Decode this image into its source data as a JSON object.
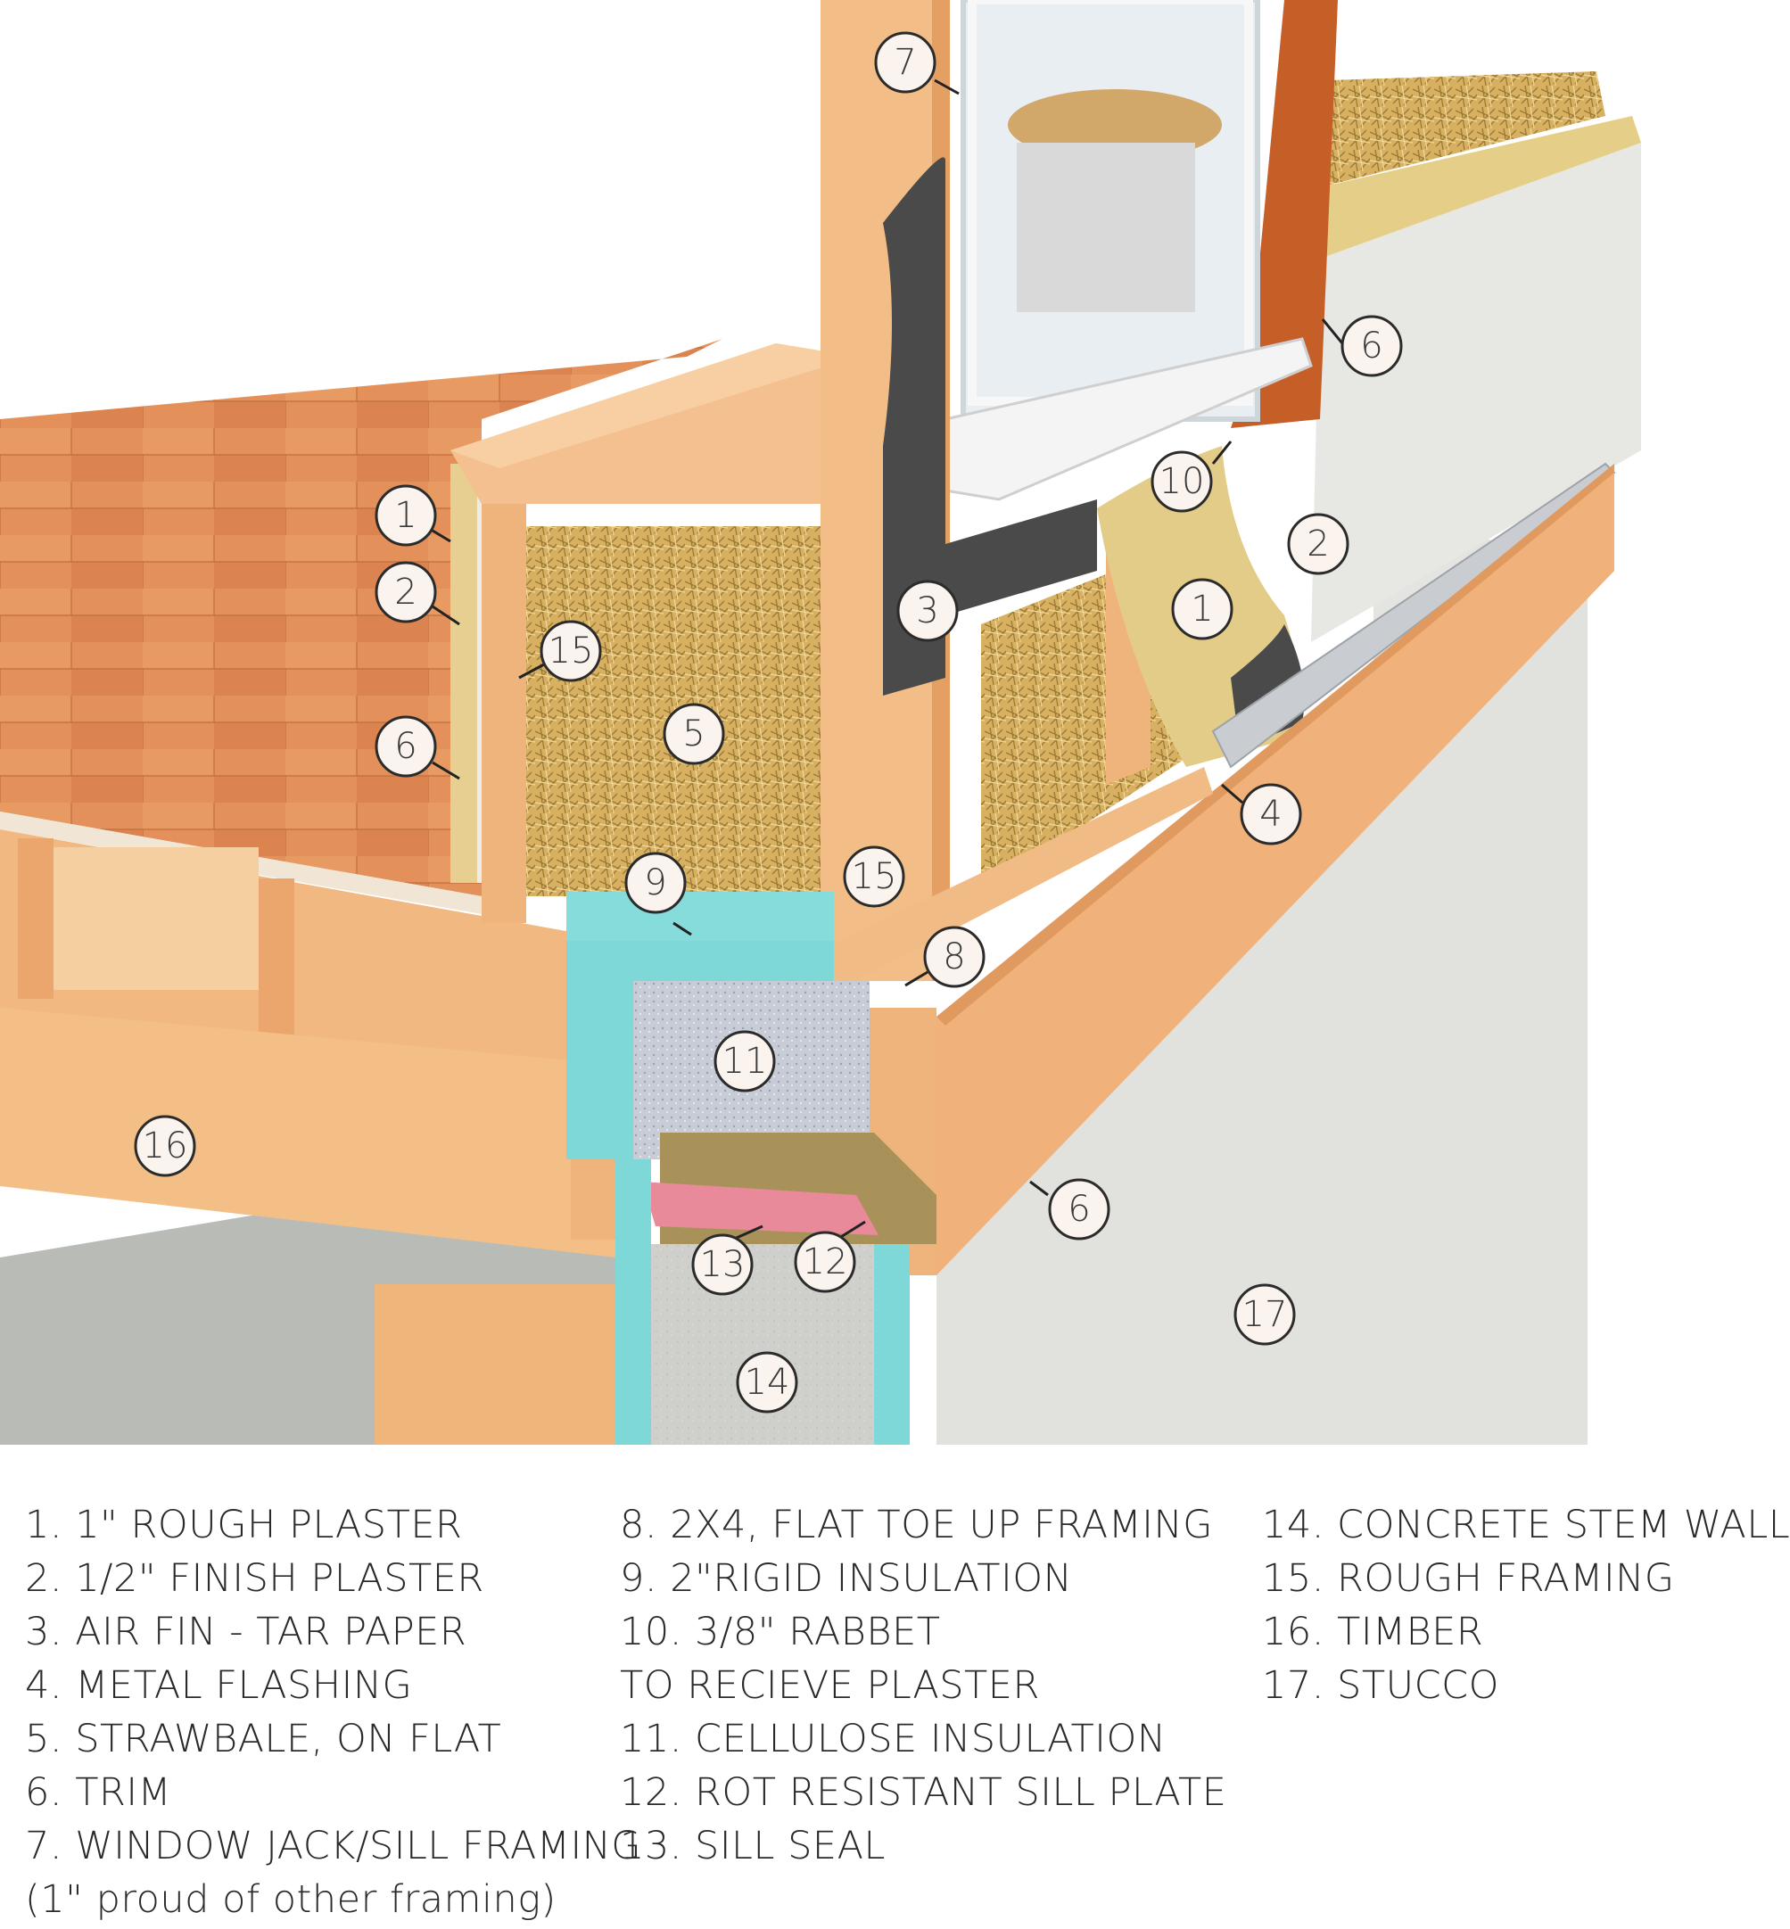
{
  "callouts": [
    {
      "n": "7"
    },
    {
      "n": "6"
    },
    {
      "n": "10"
    },
    {
      "n": "2"
    },
    {
      "n": "1"
    },
    {
      "n": "3"
    },
    {
      "n": "1"
    },
    {
      "n": "2"
    },
    {
      "n": "15"
    },
    {
      "n": "5"
    },
    {
      "n": "6"
    },
    {
      "n": "4"
    },
    {
      "n": "9"
    },
    {
      "n": "15"
    },
    {
      "n": "8"
    },
    {
      "n": "11"
    },
    {
      "n": "16"
    },
    {
      "n": "6"
    },
    {
      "n": "13"
    },
    {
      "n": "12"
    },
    {
      "n": "17"
    },
    {
      "n": "14"
    }
  ],
  "legend": {
    "col1": [
      "1. 1\" ROUGH PLASTER",
      "2. 1/2\" FINISH PLASTER",
      "3. AIR FIN - TAR PAPER",
      "4. METAL FLASHING",
      "5. STRAWBALE, ON FLAT",
      "6. TRIM",
      "7. WINDOW JACK/SILL FRAMING",
      "(1\" proud of other framing)"
    ],
    "col2": [
      "8. 2X4, FLAT TOE UP FRAMING",
      "9. 2\"RIGID INSULATION",
      "10. 3/8\" RABBET",
      "TO RECIEVE PLASTER",
      "11. CELLULOSE INSULATION",
      "12. ROT RESISTANT SILL PLATE",
      "13. SILL SEAL"
    ],
    "col3": [
      "14. CONCRETE STEM WALL",
      "15. ROUGH FRAMING",
      "16. TIMBER",
      "17. STUCCO"
    ]
  },
  "colors": {
    "wood_light": "#f2bf8c",
    "wood_mid": "#e9a56c",
    "floor": "#e08a55",
    "straw": "#d9b264",
    "tar_paper": "#4b4b4b",
    "rigid_insulation": "#7ed8d8",
    "cellulose": "#c9cdd6",
    "concrete": "#cfd0cc",
    "stucco": "#e3e3e0",
    "plaster_rough": "#e7cf92",
    "window_trim": "#c8602a",
    "sill_seal": "#e98a9a",
    "sill_plate": "#a9935a"
  }
}
